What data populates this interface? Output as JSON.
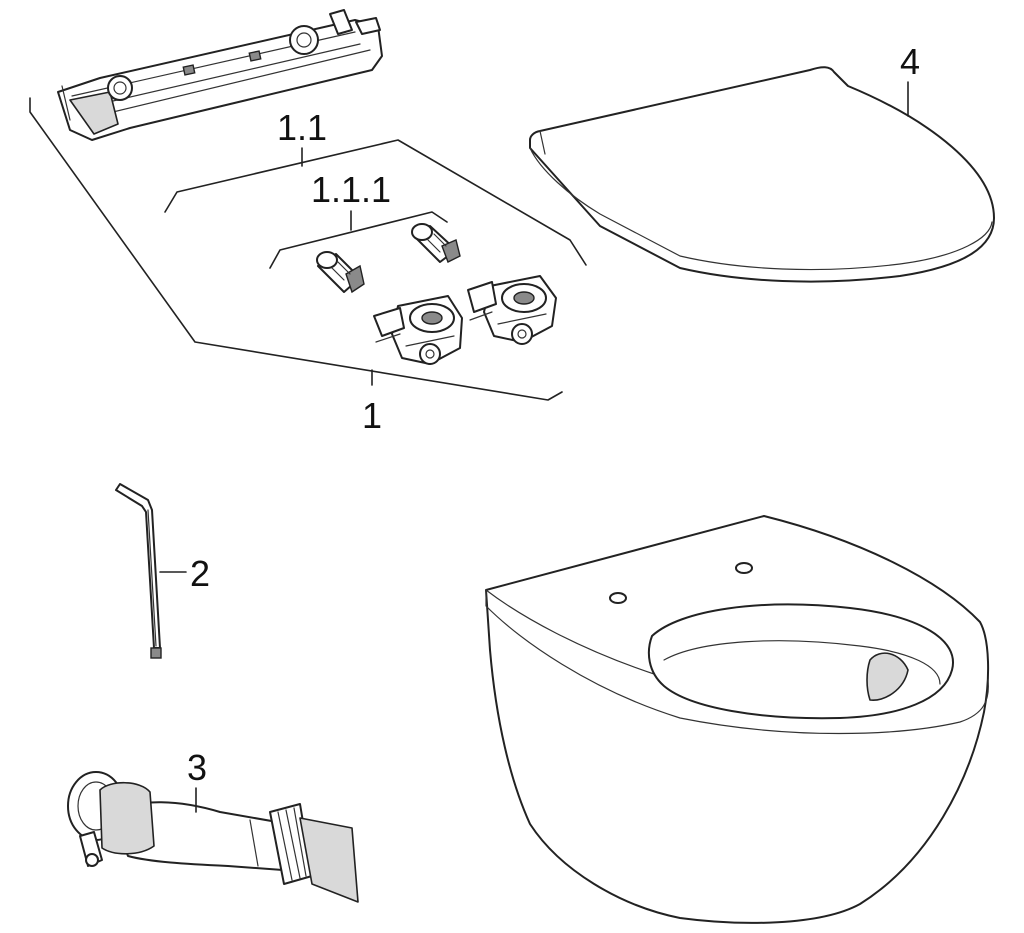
{
  "labels": {
    "kit": "1",
    "kit_sub": "1.1",
    "kit_sub_sub": "1.1.1",
    "allen_key": "2",
    "connector": "3",
    "seat": "4"
  }
}
